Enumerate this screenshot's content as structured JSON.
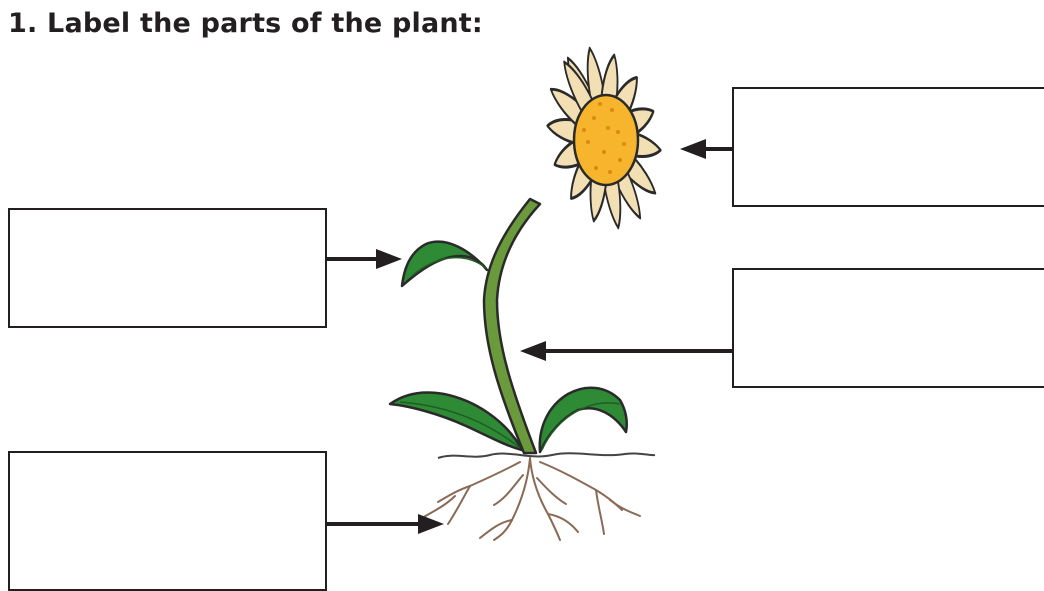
{
  "worksheet": {
    "title": "1. Label the parts of the plant:"
  },
  "label_boxes": [
    {
      "part": "leaf",
      "answer": ""
    },
    {
      "part": "flower",
      "answer": ""
    },
    {
      "part": "stem",
      "answer": ""
    },
    {
      "part": "roots",
      "answer": ""
    }
  ],
  "colors": {
    "ink": "#231f20",
    "petal": "#f3dfb4",
    "flower_center": "#f7b52d",
    "stem": "#6a9a3c",
    "leaf": "#2f8a35",
    "root": "#8a6a55"
  }
}
